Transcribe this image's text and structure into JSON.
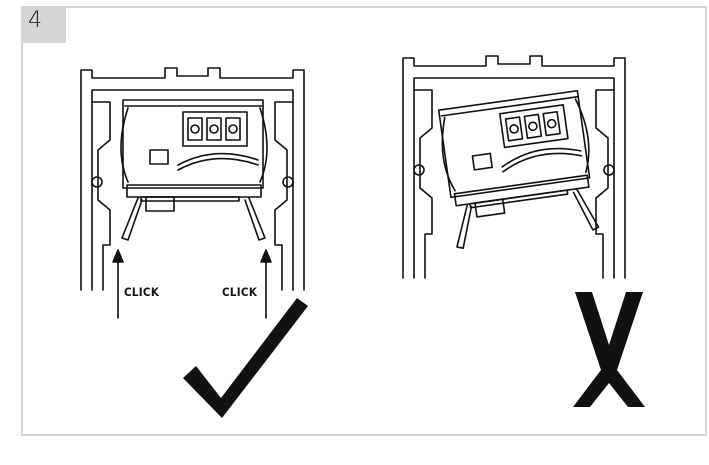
{
  "step": {
    "number": "4"
  },
  "labels": {
    "click_left": "CLICK",
    "click_right": "CLICK"
  },
  "marks": {
    "correct": "checkmark-icon",
    "incorrect": "x-mark-icon"
  },
  "colors": {
    "frame": "#d6d6d6",
    "ink": "#111111"
  }
}
